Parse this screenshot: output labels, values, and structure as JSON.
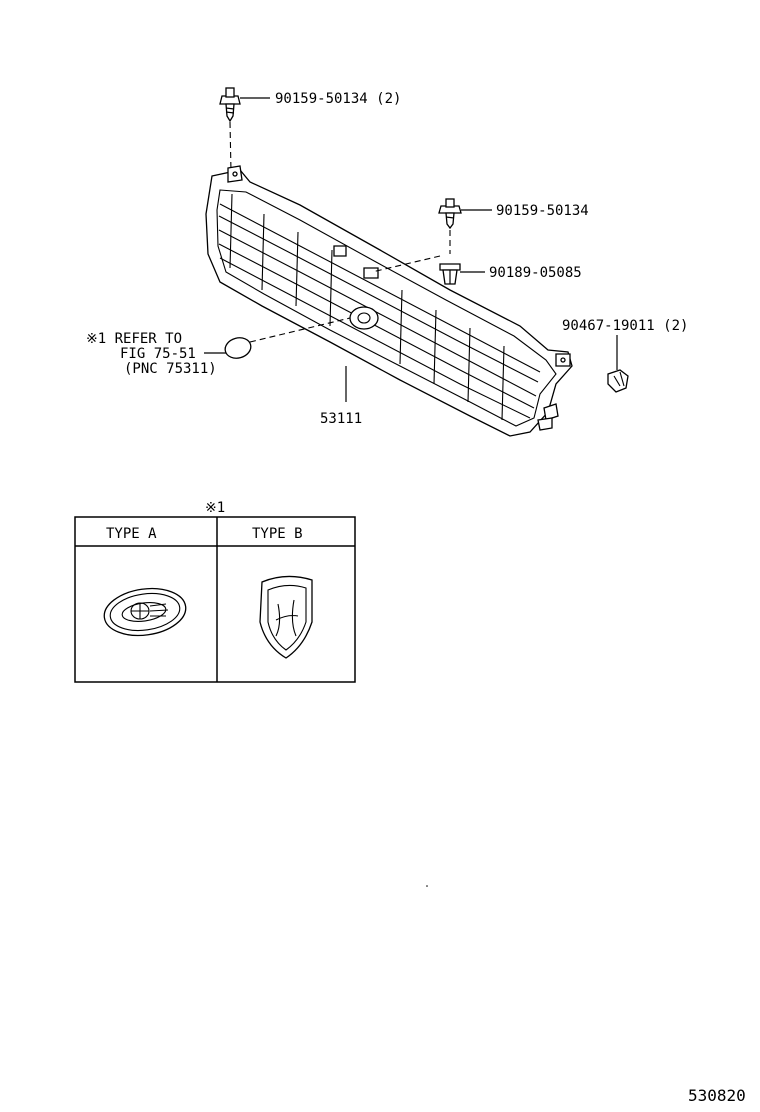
{
  "parts": {
    "bolt_top": "90159-50134 (2)",
    "bolt_mid": "90159-50134",
    "clip_mid": "90189-05085",
    "clip_right": "90467-19011 (2)",
    "grille": "53111"
  },
  "note": {
    "line1": "※1 REFER TO",
    "line2": "FIG 75-51",
    "line3": "(PNC 75311)"
  },
  "emblem_table": {
    "marker": "※1",
    "type_a": "TYPE A",
    "type_b": "TYPE B"
  },
  "figure_id": "530820"
}
